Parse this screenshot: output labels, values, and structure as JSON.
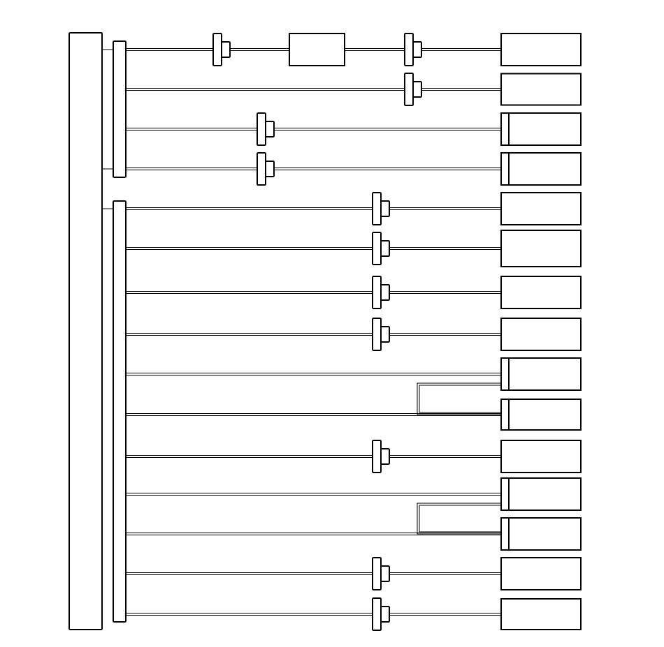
{
  "colors": {
    "stroke": "#000000",
    "background": "#ffffff"
  },
  "diagram": {
    "main_panel": {
      "kind": "enclosure"
    },
    "sub_panels": [
      {
        "id": "sub-panel-upper",
        "kind": "distribution-bus"
      },
      {
        "id": "sub-panel-lower",
        "kind": "distribution-bus"
      }
    ],
    "circuits": [
      {
        "panel": 0,
        "devices": 2,
        "inline_box": true,
        "terminal": "plain"
      },
      {
        "panel": 0,
        "devices": 1,
        "inline_box": false,
        "terminal": "plain"
      },
      {
        "panel": 0,
        "devices": 1,
        "inline_box": false,
        "terminal": "marked"
      },
      {
        "panel": 0,
        "devices": 1,
        "inline_box": false,
        "terminal": "marked"
      },
      {
        "panel": 1,
        "devices": 1,
        "inline_box": false,
        "terminal": "plain"
      },
      {
        "panel": 1,
        "devices": 1,
        "inline_box": false,
        "terminal": "plain"
      },
      {
        "panel": 1,
        "devices": 1,
        "inline_box": false,
        "terminal": "plain"
      },
      {
        "panel": 1,
        "devices": 1,
        "inline_box": false,
        "terminal": "plain"
      },
      {
        "panel": 1,
        "devices": 0,
        "inline_box": false,
        "terminal": "marked",
        "loop_to_next": true
      },
      {
        "panel": 1,
        "devices": 0,
        "inline_box": false,
        "terminal": "marked",
        "loop_target": true
      },
      {
        "panel": 1,
        "devices": 1,
        "inline_box": false,
        "terminal": "plain"
      },
      {
        "panel": 1,
        "devices": 0,
        "inline_box": false,
        "terminal": "marked",
        "loop_to_next": true
      },
      {
        "panel": 1,
        "devices": 0,
        "inline_box": false,
        "terminal": "marked",
        "loop_target": true
      },
      {
        "panel": 1,
        "devices": 1,
        "inline_box": false,
        "terminal": "plain"
      },
      {
        "panel": 1,
        "devices": 1,
        "inline_box": false,
        "terminal": "plain"
      }
    ]
  }
}
